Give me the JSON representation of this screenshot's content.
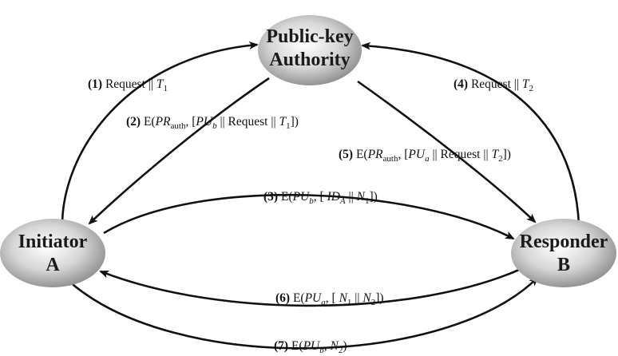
{
  "nodes": {
    "authority": {
      "line1": "Public-key",
      "line2": "Authority"
    },
    "initiator": {
      "line1": "Initiator",
      "line2": "A"
    },
    "responder": {
      "line1": "Responder",
      "line2": "B"
    }
  },
  "messages": {
    "m1": {
      "num": "(1)",
      "text": "Request || ",
      "var": "T",
      "sub": "1"
    },
    "m2": {
      "num": "(2)",
      "pre": "E(",
      "pr": "PR",
      "prsub": "auth",
      "mid": ", [",
      "pu": "PU",
      "pusub": "b",
      "rest": " || Request || ",
      "t": "T",
      "tsub": "1",
      "end": "])"
    },
    "m3": {
      "num": "(3)",
      "pre": "E(",
      "pu": "PU",
      "pusub": "b",
      "mid": ", [ ",
      "id": "ID",
      "idsub": "A",
      "sep": " || ",
      "n": "N",
      "nsub": "1",
      "end": "])"
    },
    "m4": {
      "num": "(4)",
      "text": "Request || ",
      "var": "T",
      "sub": "2"
    },
    "m5": {
      "num": "(5)",
      "pre": "E(",
      "pr": "PR",
      "prsub": "auth",
      "mid": ", [",
      "pu": "PU",
      "pusub": "a",
      "rest": " || Request || ",
      "t": "T",
      "tsub": "2",
      "end": "])"
    },
    "m6": {
      "num": "(6)",
      "pre": "E(",
      "pu": "PU",
      "pusub": "a",
      "mid": ", [ ",
      "n1": "N",
      "n1sub": "1",
      "sep": " || ",
      "n2": "N",
      "n2sub": "2",
      "end": "])"
    },
    "m7": {
      "num": "(7)",
      "pre": "E(",
      "pu": "PU",
      "pusub": "b",
      "mid": ", ",
      "n": "N",
      "nsub": "2",
      "end": ")"
    }
  }
}
